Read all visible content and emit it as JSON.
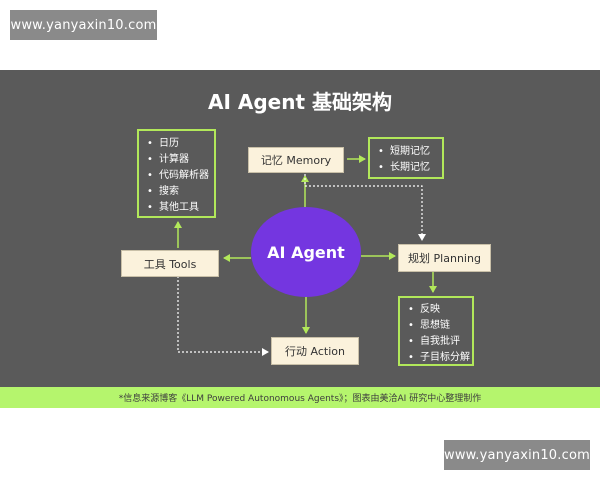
{
  "watermark": {
    "top_text": "www.yanyaxin10.com",
    "bottom_text": "www.yanyaxin10.com"
  },
  "diagram": {
    "title": "AI Agent 基础架构",
    "center": "AI Agent",
    "memory": {
      "label": "记忆 Memory",
      "items": [
        "短期记忆",
        "长期记忆"
      ]
    },
    "tools": {
      "label": "工具 Tools",
      "items": [
        "日历",
        "计算器",
        "代码解析器",
        "搜索",
        "其他工具"
      ]
    },
    "planning": {
      "label": "规划 Planning",
      "items": [
        "反映",
        "思想链",
        "自我批评",
        "子目标分解"
      ]
    },
    "action": {
      "label": "行动 Action"
    }
  },
  "colors": {
    "panel": "#5a5a5a",
    "accent_green": "#b2e85a",
    "agent_purple": "#7436e0",
    "box_cream": "#fbf2dc",
    "footer": "#b5f56d"
  },
  "footer": {
    "text": "*信息来源博客《LLM Powered Autonomous Agents》；图表由美洽AI 研究中心整理制作"
  }
}
